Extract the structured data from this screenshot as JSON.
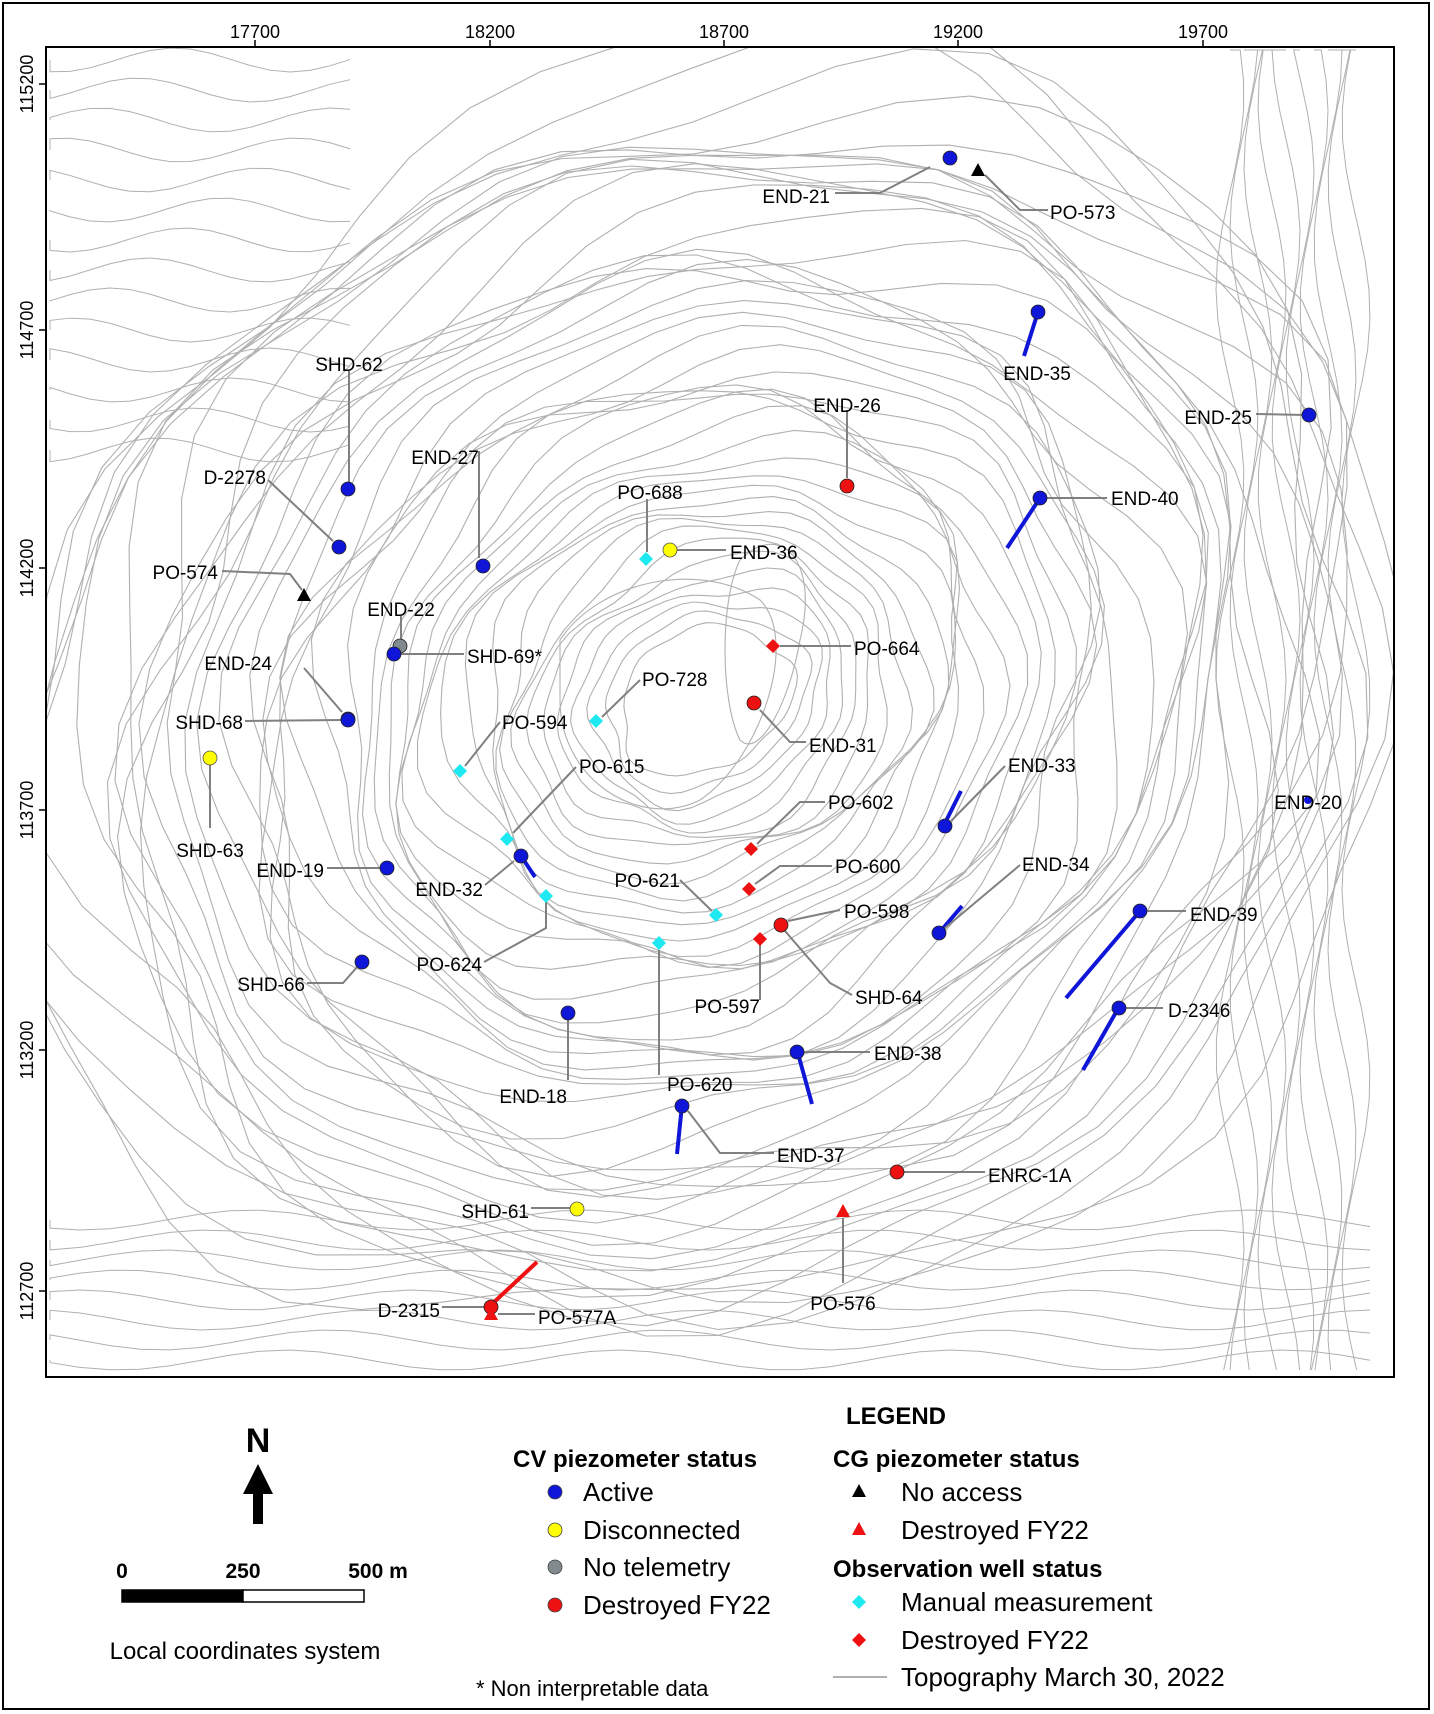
{
  "map": {
    "x_ticks": [
      "17700",
      "18200",
      "18700",
      "19200",
      "19700"
    ],
    "y_ticks": [
      "115200",
      "114700",
      "114200",
      "113700",
      "113200",
      "112700"
    ],
    "colors": {
      "active": "#0f16d8",
      "disconnected": "#ffff00",
      "no_telemetry": "#808a8f",
      "destroyed": "#ee1111",
      "manual": "#1ee8f0",
      "no_access": "#000000",
      "topo": "#b0b0b0",
      "leader": "#808080"
    },
    "markers": [
      {
        "name": "END-21",
        "type": "cv",
        "status": "active"
      },
      {
        "name": "PO-573",
        "type": "cg",
        "status": "no-access"
      },
      {
        "name": "END-35",
        "type": "cv",
        "status": "active"
      },
      {
        "name": "END-25",
        "type": "cv",
        "status": "active"
      },
      {
        "name": "SHD-62",
        "type": "cv",
        "status": "active"
      },
      {
        "name": "END-26",
        "type": "cv",
        "status": "destroyed"
      },
      {
        "name": "END-40",
        "type": "cv",
        "status": "active"
      },
      {
        "name": "D-2278",
        "type": "cv",
        "status": "active"
      },
      {
        "name": "END-27",
        "type": "cv",
        "status": "active"
      },
      {
        "name": "PO-688",
        "type": "ow",
        "status": "manual"
      },
      {
        "name": "END-36",
        "type": "cv",
        "status": "disconnected"
      },
      {
        "name": "PO-574",
        "type": "cg",
        "status": "no-access"
      },
      {
        "name": "END-22",
        "type": "cv",
        "status": "no-telemetry"
      },
      {
        "name": "SHD-69*",
        "type": "cv",
        "status": "active"
      },
      {
        "name": "PO-664",
        "type": "ow",
        "status": "destroyed"
      },
      {
        "name": "END-24",
        "type": "cv",
        "status": "active"
      },
      {
        "name": "PO-728",
        "type": "ow",
        "status": "manual"
      },
      {
        "name": "SHD-68",
        "type": "cv",
        "status": "active"
      },
      {
        "name": "END-31",
        "type": "cv",
        "status": "destroyed"
      },
      {
        "name": "SHD-63",
        "type": "cv",
        "status": "disconnected"
      },
      {
        "name": "PO-594",
        "type": "ow",
        "status": "manual"
      },
      {
        "name": "PO-615",
        "type": "ow",
        "status": "manual"
      },
      {
        "name": "END-33",
        "type": "cv",
        "status": "active"
      },
      {
        "name": "PO-602",
        "type": "ow",
        "status": "destroyed"
      },
      {
        "name": "END-20",
        "type": "cv",
        "status": "active"
      },
      {
        "name": "END-19",
        "type": "cv",
        "status": "active"
      },
      {
        "name": "END-32",
        "type": "cv",
        "status": "active"
      },
      {
        "name": "PO-600",
        "type": "ow",
        "status": "destroyed"
      },
      {
        "name": "END-34",
        "type": "cv",
        "status": "active"
      },
      {
        "name": "PO-621",
        "type": "ow",
        "status": "manual"
      },
      {
        "name": "PO-598",
        "type": "ow",
        "status": "destroyed"
      },
      {
        "name": "END-39",
        "type": "cv",
        "status": "active"
      },
      {
        "name": "PO-624",
        "type": "ow",
        "status": "manual"
      },
      {
        "name": "SHD-64",
        "type": "cv",
        "status": "destroyed"
      },
      {
        "name": "PO-597",
        "type": "ow",
        "status": "destroyed"
      },
      {
        "name": "SHD-66",
        "type": "cv",
        "status": "active"
      },
      {
        "name": "D-2346",
        "type": "cv",
        "status": "active"
      },
      {
        "name": "END-38",
        "type": "cv",
        "status": "active"
      },
      {
        "name": "END-18",
        "type": "cv",
        "status": "active"
      },
      {
        "name": "PO-620",
        "type": "ow",
        "status": "manual"
      },
      {
        "name": "END-37",
        "type": "cv",
        "status": "active"
      },
      {
        "name": "ENRC-1A",
        "type": "cv",
        "status": "destroyed"
      },
      {
        "name": "SHD-61",
        "type": "cv",
        "status": "disconnected"
      },
      {
        "name": "PO-576",
        "type": "cg",
        "status": "destroyed"
      },
      {
        "name": "D-2315",
        "type": "cv",
        "status": "destroyed"
      },
      {
        "name": "PO-577A",
        "type": "cg",
        "status": "destroyed"
      }
    ]
  },
  "north_arrow": {
    "label": "N"
  },
  "scale_bar": {
    "labels": [
      "0",
      "250",
      "500 m"
    ],
    "caption": "Local coordinates system"
  },
  "legend": {
    "title": "LEGEND",
    "cv_heading": "CV piezometer status",
    "cv_items": [
      {
        "label": "Active",
        "status": "active"
      },
      {
        "label": "Disconnected",
        "status": "disconnected"
      },
      {
        "label": "No telemetry",
        "status": "no-telemetry"
      },
      {
        "label": "Destroyed FY22",
        "status": "destroyed"
      }
    ],
    "cg_heading": "CG piezometer status",
    "cg_items": [
      {
        "label": "No access",
        "status": "no-access"
      },
      {
        "label": "Destroyed FY22",
        "status": "destroyed"
      }
    ],
    "ow_heading": "Observation well status",
    "ow_items": [
      {
        "label": "Manual measurement",
        "status": "manual"
      },
      {
        "label": "Destroyed FY22",
        "status": "destroyed"
      }
    ],
    "topo_item": "Topography March 30, 2022",
    "footnote": "* Non interpretable data"
  }
}
